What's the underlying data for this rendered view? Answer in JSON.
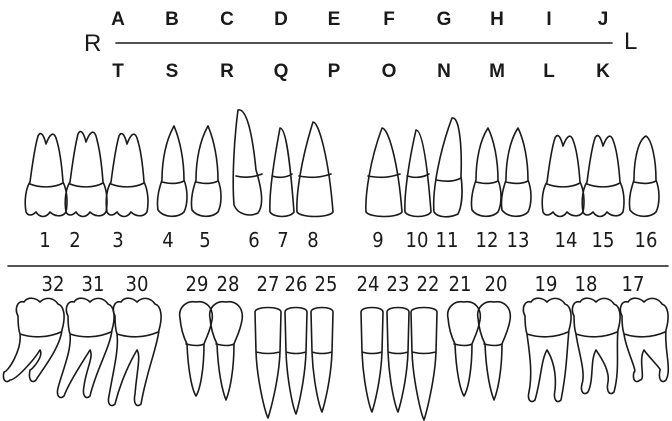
{
  "chart_data": {
    "type": "dental-chart",
    "side_labels": {
      "right": "R",
      "left": "L"
    },
    "primary_upper_letters": [
      "A",
      "B",
      "C",
      "D",
      "E",
      "F",
      "G",
      "H",
      "I",
      "J"
    ],
    "primary_lower_letters": [
      "T",
      "S",
      "R",
      "Q",
      "P",
      "O",
      "N",
      "M",
      "L",
      "K"
    ],
    "upper_numbers": [
      "1",
      "2",
      "3",
      "4",
      "5",
      "6",
      "7",
      "8",
      "9",
      "10",
      "11",
      "12",
      "13",
      "14",
      "15",
      "16"
    ],
    "lower_numbers": [
      "32",
      "31",
      "30",
      "29",
      "28",
      "27",
      "26",
      "25",
      "24",
      "23",
      "22",
      "21",
      "20",
      "19",
      "18",
      "17"
    ]
  }
}
